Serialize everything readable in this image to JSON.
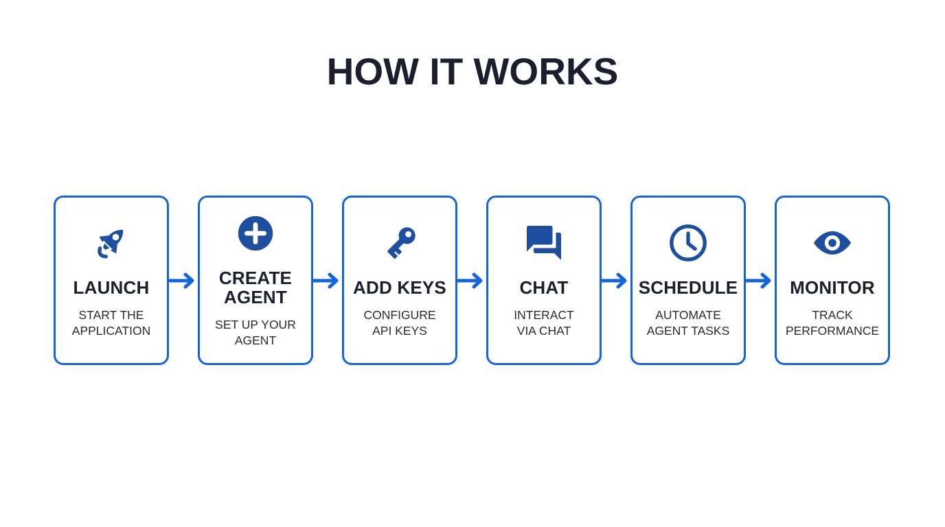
{
  "title": "HOW IT WORKS",
  "colors": {
    "accent": "#1565d8",
    "icon": "#1e4f9e",
    "heading": "#1a1e2d",
    "text": "#2b2b2b",
    "background": "#ffffff"
  },
  "steps": [
    {
      "icon": "rocket-icon",
      "label": "LAUNCH",
      "description": "START THE\nAPPLICATION"
    },
    {
      "icon": "plus-circle-icon",
      "label": "CREATE\nAGENT",
      "description": "SET UP YOUR\nAGENT"
    },
    {
      "icon": "key-icon",
      "label": "ADD KEYS",
      "description": "CONFIGURE\nAPI KEYS"
    },
    {
      "icon": "chat-bubbles-icon",
      "label": "CHAT",
      "description": "INTERACT\nVIA CHAT"
    },
    {
      "icon": "clock-icon",
      "label": "SCHEDULE",
      "description": "AUTOMATE\nAGENT TASKS"
    },
    {
      "icon": "eye-icon",
      "label": "MONITOR",
      "description": "TRACK\nPERFORMANCE"
    }
  ],
  "connector": "arrow-right"
}
